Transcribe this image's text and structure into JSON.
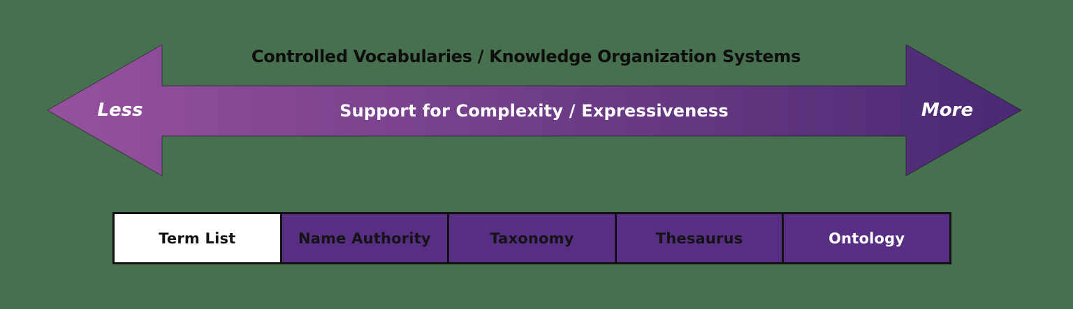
{
  "background_color": "#47704f",
  "diagram": {
    "title": "Controlled Vocabularies / Knowledge Organization Systems",
    "title_color": "#0e0e0e",
    "arrow": {
      "left_label": "Less",
      "center_label": "Support for Complexity / Expressiveness",
      "right_label": "More",
      "gradient_start_color": "#96519e",
      "gradient_end_color": "#4a2973",
      "text_color": "#ffffff"
    },
    "border_color": "#111111",
    "boxes": [
      {
        "label": "Term List",
        "bg_color": "#ffffff",
        "text_color": "#141414"
      },
      {
        "label": "Name Authority",
        "bg_color": "#572e84",
        "text_color": "#141414"
      },
      {
        "label": "Taxonomy",
        "bg_color": "#572e84",
        "text_color": "#141414"
      },
      {
        "label": "Thesaurus",
        "bg_color": "#572e84",
        "text_color": "#141414"
      },
      {
        "label": "Ontology",
        "bg_color": "#572e84",
        "text_color": "#ffffff"
      }
    ]
  }
}
